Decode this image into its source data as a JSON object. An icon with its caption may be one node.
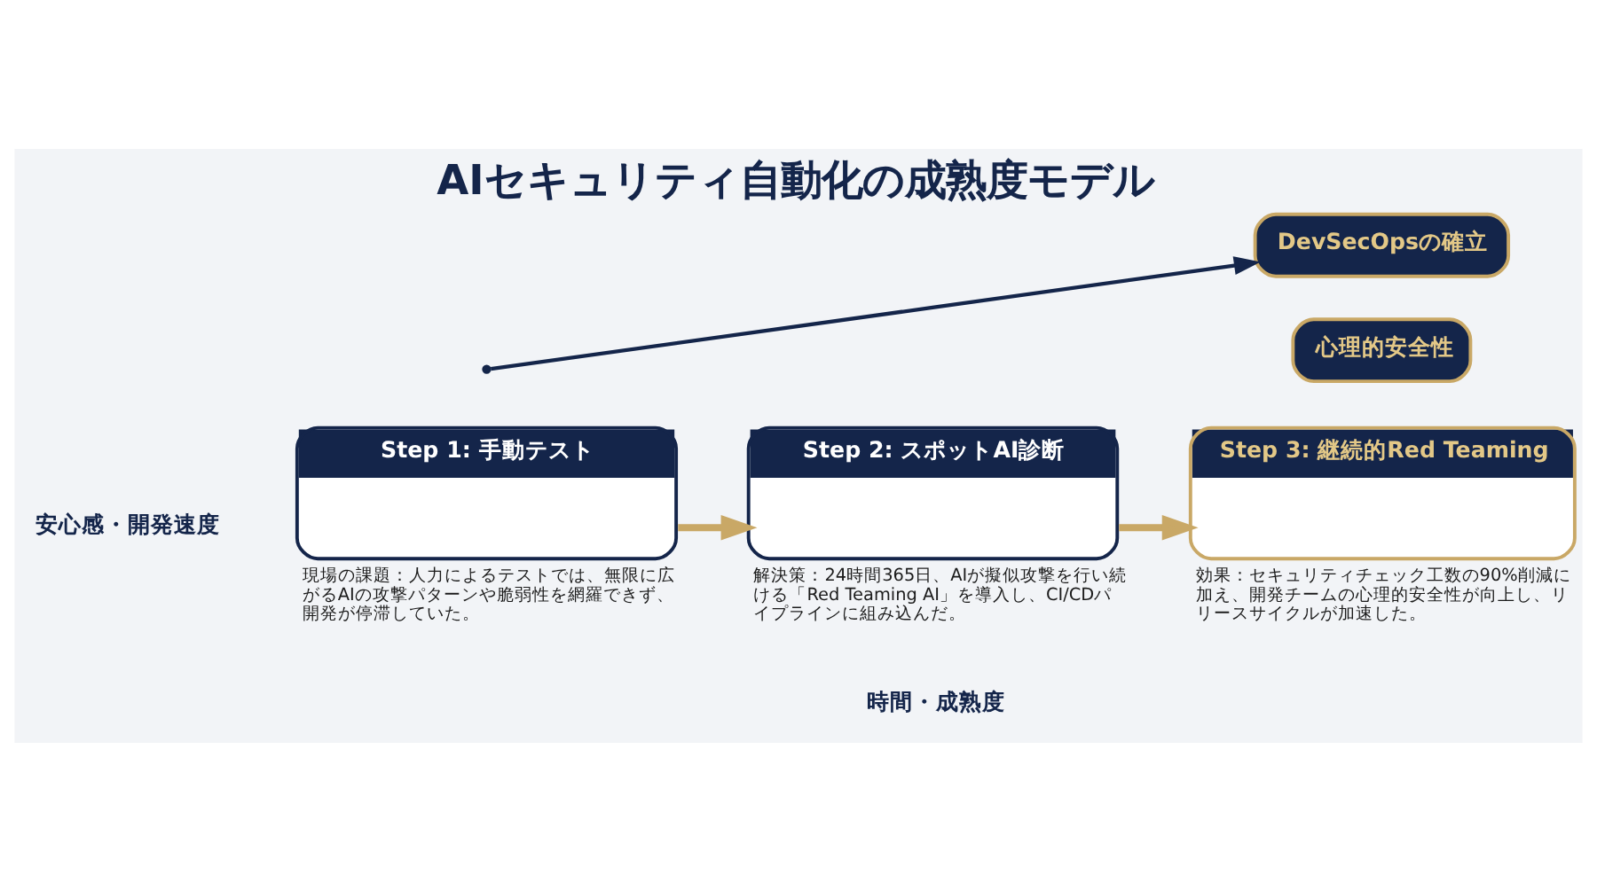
{
  "diagram": {
    "title": "AIセキュリティ自動化の成熟度モデル",
    "nodes": [
      {
        "text": [
          "Step 1: 手動テスト"
        ],
        "beside": [
          "現場の課題：人力によるテストでは、無限に広がるAIの攻撃パターンや脆弱性を網羅できず、開発が停滞していた。"
        ]
      },
      {
        "text": [
          "Step 2: スポットAI診断"
        ],
        "beside": [
          "解決策：24時間365日、AIが擬似攻撃を行い続ける「Red Teaming AI」を導入し、CI/CDパイプラインに組み込んだ。"
        ]
      },
      {
        "text": [
          "Step 3: 継続的Red Teaming"
        ],
        "beside": [
          "効果：セキュリティチェック工数の90%削減に加え、開発チームの心理的安全性が向上し、リリースサイクルが加速した。"
        ]
      },
      {
        "text": [
          "DevSecOpsの確立"
        ]
      },
      {
        "text": [
          "心理的安全性"
        ]
      }
    ],
    "edges": [
      {
        "from": 0,
        "to": 1,
        "arrow": "to"
      },
      {
        "from": 1,
        "to": 2,
        "arrow": "to"
      },
      {
        "from": null,
        "to": 3,
        "arrow": "to",
        "color": "#14254a"
      }
    ],
    "labels": [
      "安心感・開発速度",
      "時間・成熟度"
    ]
  }
}
